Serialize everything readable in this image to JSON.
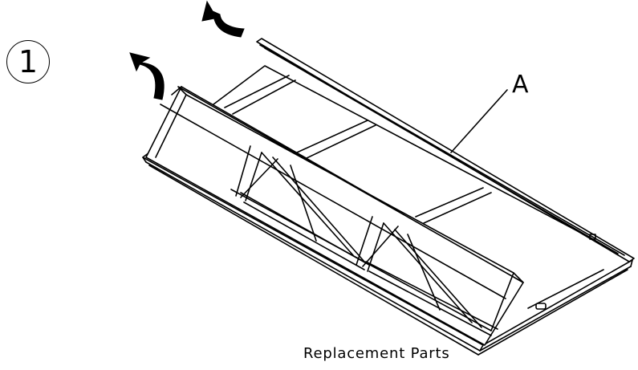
{
  "step": {
    "number": "1"
  },
  "callout": {
    "label": "A"
  },
  "caption": {
    "text": "Replacement Parts"
  },
  "icons": {
    "rotate_left": "curved-arrow-icon",
    "rotate_right": "curved-arrow-icon"
  },
  "colors": {
    "line": "#000000",
    "background": "#ffffff"
  }
}
